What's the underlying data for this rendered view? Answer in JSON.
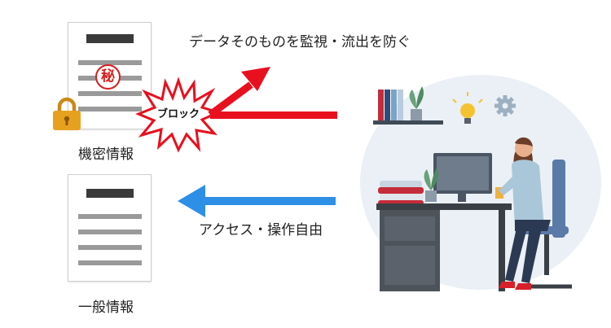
{
  "caption_top": "データそのものを監視・流出を防ぐ",
  "caption_bottom": "アクセス・操作自由",
  "confidential_label": "機密情報",
  "general_label": "一般情報",
  "secret_stamp": "秘",
  "block_label": "ブロック",
  "colors": {
    "red_arrow": "#e8101e",
    "blue_arrow": "#2d8fe6",
    "lock": "#e6a11e",
    "stamp": "#d81e1e"
  },
  "icons": [
    "padlock-icon",
    "secret-stamp-icon",
    "explosion-burst-icon",
    "lightbulb-icon",
    "gear-icon",
    "office-worker-illustration"
  ]
}
